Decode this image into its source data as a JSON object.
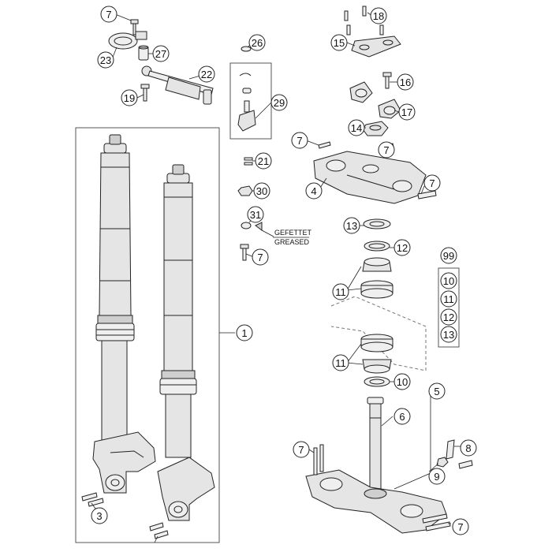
{
  "callouts": {
    "c1": "1",
    "c3": "3",
    "c4": "4",
    "c5": "5",
    "c6": "6",
    "c7a": "7",
    "c7b": "7",
    "c7c": "7",
    "c7d": "7",
    "c7e": "7",
    "c7f": "7",
    "c7g": "7",
    "c8": "8",
    "c9": "9",
    "c10a": "10",
    "c10b": "10",
    "c11a": "11",
    "c11b": "11",
    "c11c": "11",
    "c12a": "12",
    "c12b": "12",
    "c13a": "13",
    "c13b": "13",
    "c14": "14",
    "c15": "15",
    "c16": "16",
    "c17": "17",
    "c18": "18",
    "c19": "19",
    "c21": "21",
    "c22": "22",
    "c23": "23",
    "c26": "26",
    "c27": "27",
    "c29": "29",
    "c30": "30",
    "c31": "31",
    "c99": "99"
  },
  "grease_note": {
    "line1": "GEFETTET",
    "line2": "GREASED"
  }
}
